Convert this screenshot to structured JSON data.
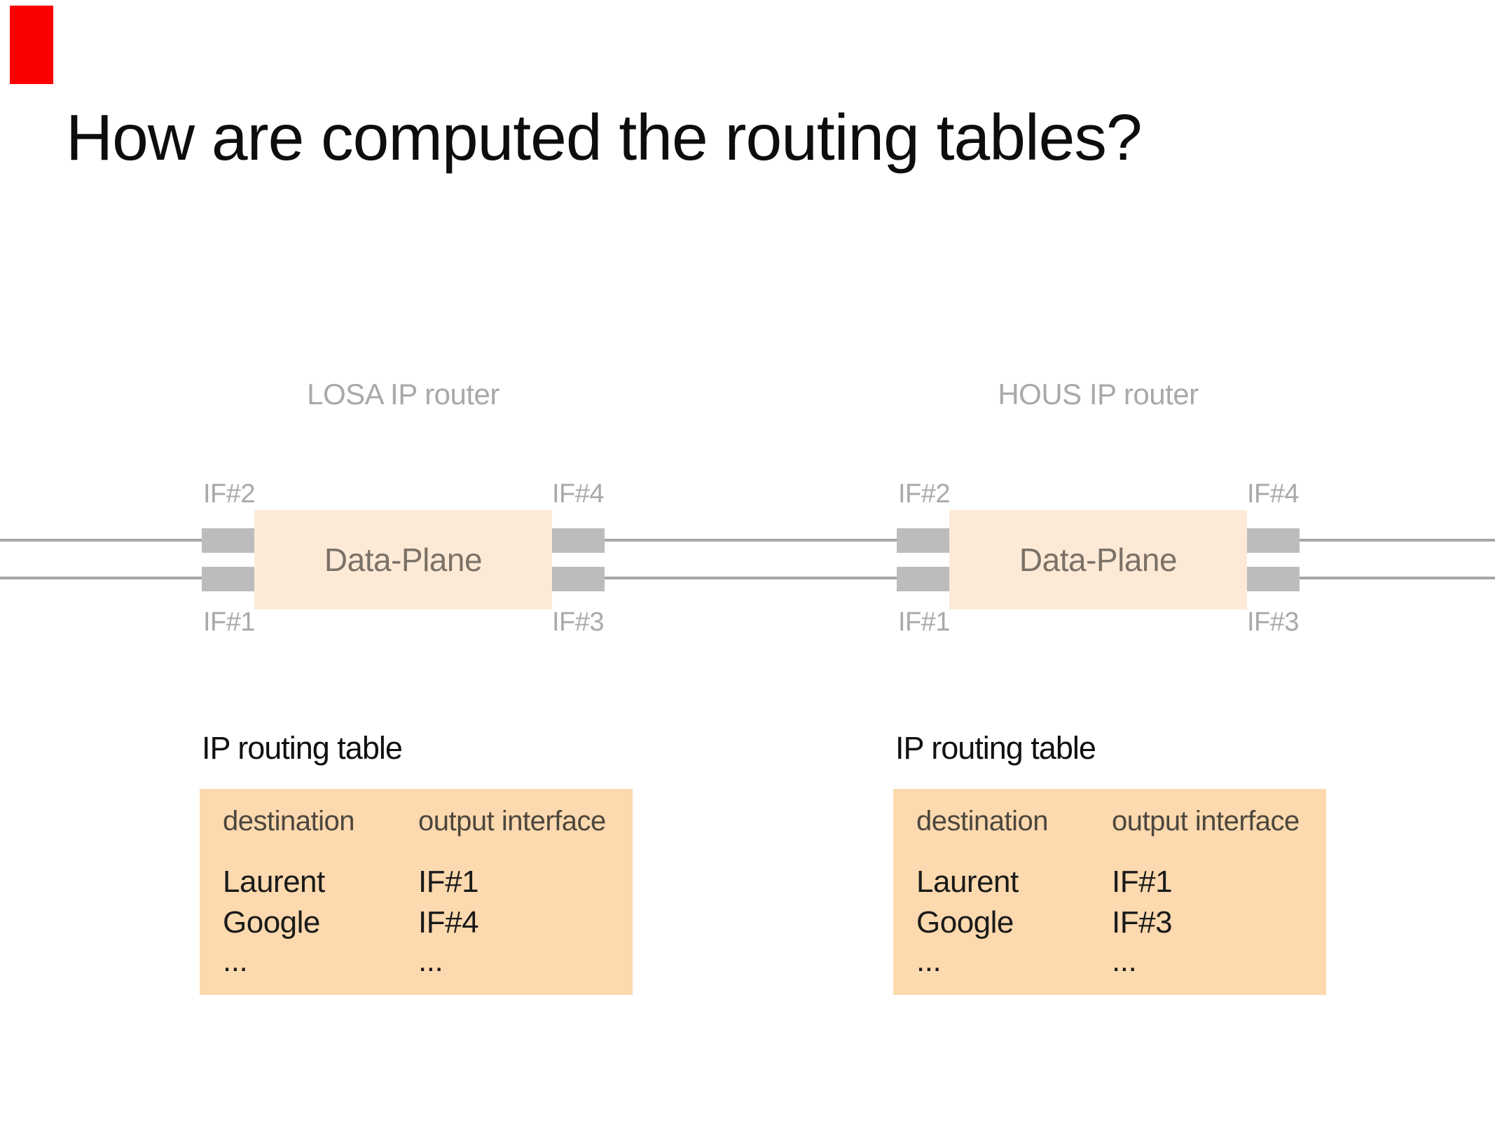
{
  "slide": {
    "title": "How are computed the routing tables?"
  },
  "colors": {
    "corner_marker": "#fa0000",
    "data_plane_fill": "#fdead6",
    "routing_table_fill": "#fcd9ae",
    "wire_gray": "#a6a6a6",
    "port_gray": "#bcbcbc",
    "muted_label_gray": "#a9a9a9",
    "data_plane_text": "#7b7166",
    "table_header_text": "#4c463e",
    "table_row_text": "#1a1a1a"
  },
  "routers": [
    {
      "name": "LOSA IP router",
      "data_plane_label": "Data-Plane",
      "interfaces": {
        "top_left": "IF#2",
        "top_right": "IF#4",
        "bottom_left": "IF#1",
        "bottom_right": "IF#3"
      }
    },
    {
      "name": "HOUS IP router",
      "data_plane_label": "Data-Plane",
      "interfaces": {
        "top_left": "IF#2",
        "top_right": "IF#4",
        "bottom_left": "IF#1",
        "bottom_right": "IF#3"
      }
    }
  ],
  "routing_tables": [
    {
      "heading": "IP routing table",
      "columns": {
        "destination": "destination",
        "output_interface": "output interface"
      },
      "rows": [
        {
          "destination": "Laurent",
          "output_interface": "IF#1"
        },
        {
          "destination": "Google",
          "output_interface": "IF#4"
        },
        {
          "destination": "...",
          "output_interface": "..."
        }
      ]
    },
    {
      "heading": "IP routing table",
      "columns": {
        "destination": "destination",
        "output_interface": "output interface"
      },
      "rows": [
        {
          "destination": "Laurent",
          "output_interface": "IF#1"
        },
        {
          "destination": "Google",
          "output_interface": "IF#3"
        },
        {
          "destination": "...",
          "output_interface": "..."
        }
      ]
    }
  ]
}
